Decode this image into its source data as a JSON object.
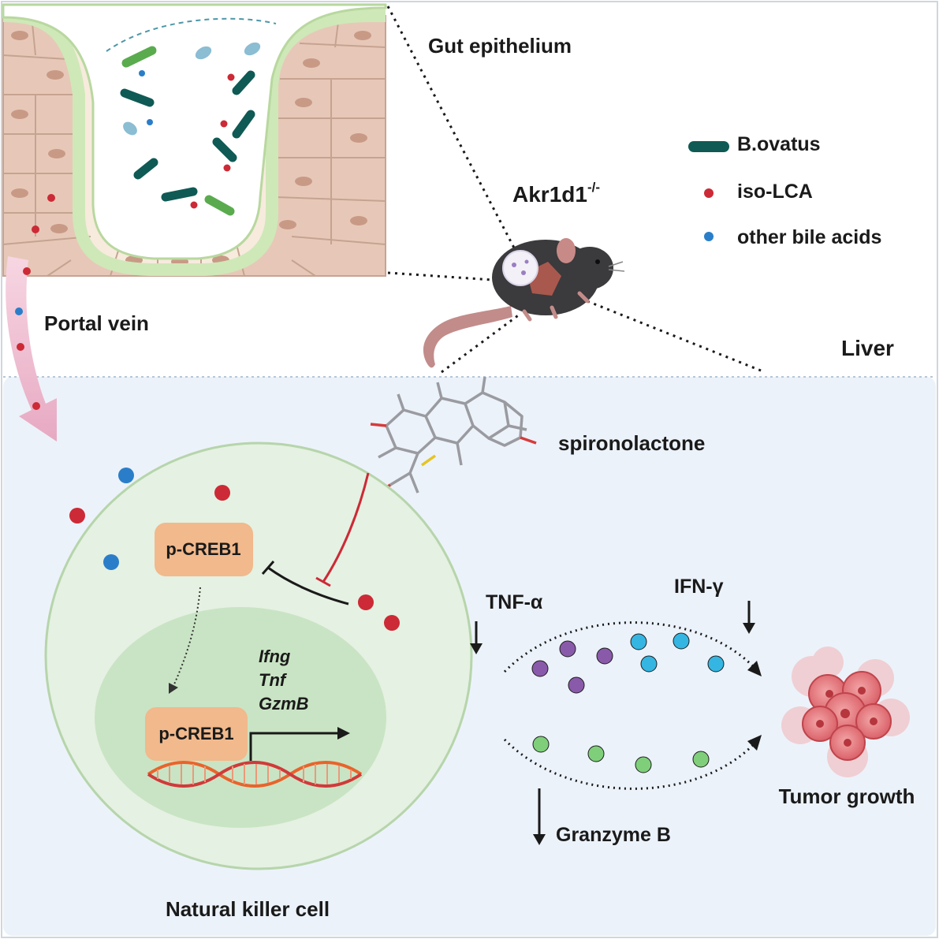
{
  "labels": {
    "gut_epithelium": "Gut epithelium",
    "portal_vein": "Portal vein",
    "mouse_genotype": "Akr1d1",
    "mouse_genotype_sup": "-/-",
    "liver": "Liver",
    "drug": "spironolactone",
    "cell": "Natural killer cell",
    "pcreb1_cytoplasm": "p-CREB1",
    "pcreb1_nucleus": "p-CREB1",
    "tnf_alpha": "TNF-α",
    "ifn_gamma": "IFN-γ",
    "granzyme_b": "Granzyme B",
    "tumor": "Tumor growth",
    "genes": [
      "Ifng",
      "Tnf",
      "GzmB"
    ]
  },
  "legend": {
    "items": [
      {
        "label": "B.ovatus",
        "symbol": "rod",
        "color": "#0f5a55"
      },
      {
        "label": "iso-LCA",
        "symbol": "dot",
        "color": "#cc2a36"
      },
      {
        "label": "other bile acids",
        "symbol": "dot",
        "color": "#2a7ec9"
      }
    ]
  },
  "colors": {
    "iso_lca": "#cc2a36",
    "other_bile_acid": "#2a7ec9",
    "b_ovatus": "#0f5a55",
    "other_bacteria": "#5aab4e",
    "liver_bg": "#ecf2fa",
    "cell_fill": "#e5f1e2",
    "nucleus_fill": "#c9e4c4",
    "creb_box": "#f1b98c",
    "tnf_particle": "#8a5aaa",
    "ifn_particle": "#35b6e2",
    "granzyme_particle": "#7fcf7a",
    "inhibition_red": "#cc2a36",
    "tumor": "#e8797f"
  }
}
